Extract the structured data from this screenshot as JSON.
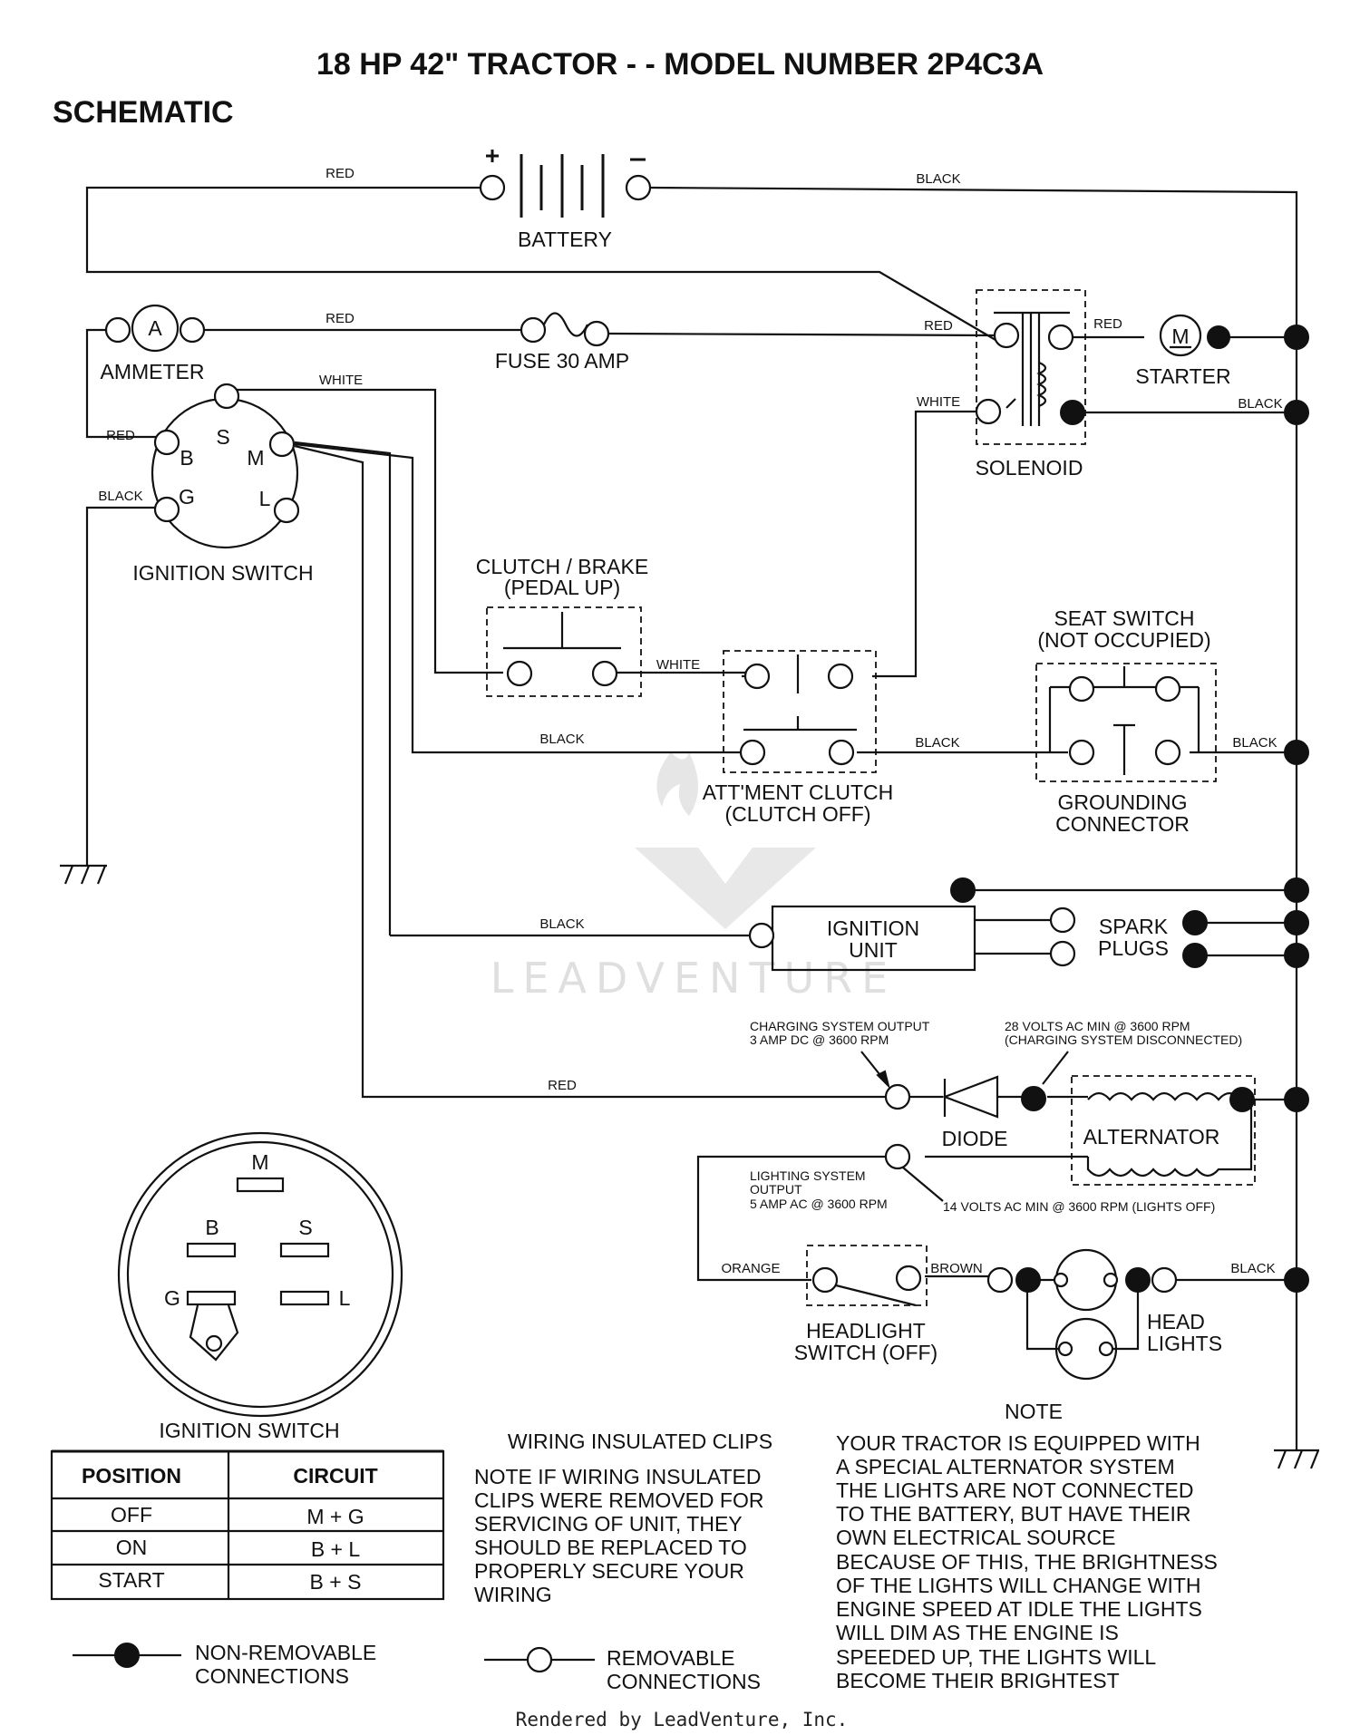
{
  "header": {
    "title": "18 HP 42\" TRACTOR - - MODEL NUMBER 2P4C3A",
    "subtitle": "SCHEMATIC"
  },
  "components": {
    "battery": "BATTERY",
    "ammeter": "AMMETER",
    "ammeter_symbol": "A",
    "fuse": "FUSE 30 AMP",
    "solenoid": "SOLENOID",
    "starter": "STARTER",
    "starter_symbol": "M",
    "ignition_switch": "IGNITION SWITCH",
    "terminals": {
      "s": "S",
      "b": "B",
      "m": "M",
      "g": "G",
      "l": "L"
    },
    "clutch_brake_1": "CLUTCH / BRAKE",
    "clutch_brake_2": "(PEDAL UP)",
    "attment_1": "ATT'MENT CLUTCH",
    "attment_2": "(CLUTCH OFF)",
    "seat_1": "SEAT SWITCH",
    "seat_2": "(NOT OCCUPIED)",
    "grounding_1": "GROUNDING",
    "grounding_2": "CONNECTOR",
    "ignition_unit_1": "IGNITION",
    "ignition_unit_2": "UNIT",
    "spark_1": "SPARK",
    "spark_2": "PLUGS",
    "diode": "DIODE",
    "alternator": "ALTERNATOR",
    "headlight_switch_1": "HEADLIGHT",
    "headlight_switch_2": "SWITCH (OFF)",
    "head_lights_1": "HEAD",
    "head_lights_2": "LIGHTS"
  },
  "wires": {
    "red": "RED",
    "black": "BLACK",
    "white": "WHITE",
    "orange": "ORANGE",
    "brown": "BROWN"
  },
  "annotations": {
    "charging_1": "CHARGING SYSTEM OUTPUT",
    "charging_2": "3 AMP DC @ 3600 RPM",
    "volts28_1": "28 VOLTS AC MIN  @ 3600 RPM",
    "volts28_2": "(CHARGING SYSTEM DISCONNECTED)",
    "lighting_1": "LIGHTING SYSTEM",
    "lighting_2": "OUTPUT",
    "lighting_3": "5 AMP AC @ 3600 RPM",
    "volts14": "14 VOLTS AC MIN  @ 3600 RPM (LIGHTS OFF)"
  },
  "plug": {
    "title": "IGNITION SWITCH",
    "m": "M",
    "b": "B",
    "s": "S",
    "g": "G",
    "l": "L"
  },
  "position_table": {
    "headers": [
      "POSITION",
      "CIRCUIT"
    ],
    "rows": [
      [
        "OFF",
        "M + G"
      ],
      [
        "ON",
        "B + L"
      ],
      [
        "START",
        "B + S"
      ]
    ]
  },
  "clips_note": {
    "title": "WIRING INSULATED CLIPS",
    "lines": [
      "NOTE  IF WIRING INSULATED",
      "CLIPS WERE REMOVED FOR",
      "SERVICING OF UNIT, THEY",
      "SHOULD BE REPLACED TO",
      "PROPERLY SECURE YOUR",
      "WIRING"
    ]
  },
  "tractor_note": {
    "title": "NOTE",
    "lines": [
      "YOUR TRACTOR IS EQUIPPED WITH",
      "A SPECIAL ALTERNATOR SYSTEM",
      "THE LIGHTS ARE NOT CONNECTED",
      "TO  THE BATTERY, BUT HAVE THEIR",
      "OWN ELECTRICAL SOURCE",
      "BECAUSE OF THIS, THE BRIGHTNESS",
      "OF THE LIGHTS WILL CHANGE WITH",
      "ENGINE SPEED   AT IDLE THE LIGHTS",
      "WILL DIM   AS THE ENGINE IS",
      "SPEEDED UP, THE LIGHTS WILL",
      "BECOME THEIR BRIGHTEST"
    ]
  },
  "legend": {
    "non_removable_1": "NON-REMOVABLE",
    "non_removable_2": "CONNECTIONS",
    "removable_1": "REMOVABLE",
    "removable_2": "CONNECTIONS"
  },
  "watermark": "LEADVENTURE",
  "footer": "Rendered by LeadVenture, Inc."
}
